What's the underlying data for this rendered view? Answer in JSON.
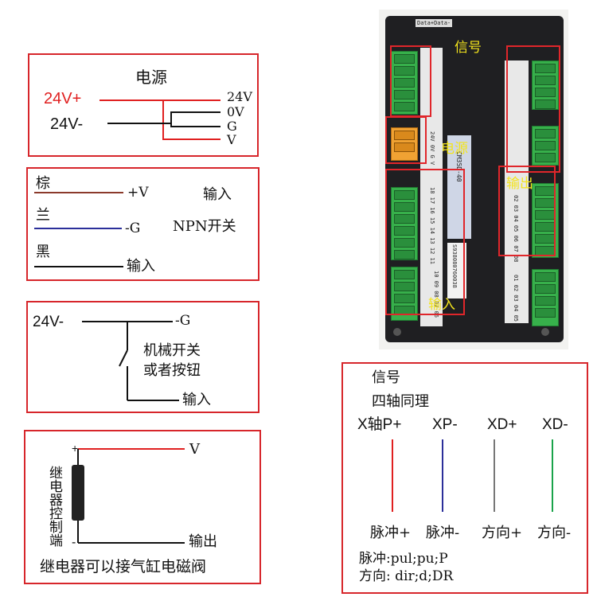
{
  "power": {
    "title": "电源",
    "left_pos": "24V+",
    "left_neg": "24V-",
    "t1": "24V",
    "t2": "0V",
    "t3": "G",
    "t4": "V"
  },
  "npn": {
    "brown": "棕",
    "brown_term": "+V",
    "blue": "兰",
    "blue_term": "-G",
    "black": "黑",
    "black_term": "输入",
    "note1": "输入",
    "note2": "NPN开关"
  },
  "mech": {
    "left": "24V-",
    "term": "-G",
    "label1": "机械开关",
    "label2": "或者按钮",
    "input": "输入"
  },
  "relay": {
    "plus": "+",
    "minus": "-",
    "side_label": "继电器控制端",
    "v": "V",
    "out": "输出",
    "note": "继电器可以接气缸电磁阀"
  },
  "signal": {
    "title": "信号",
    "subtitle": "四轴同理",
    "pins": [
      "X轴P+",
      "XP-",
      "XD+",
      "XD-"
    ],
    "meanings": [
      "脉冲+",
      "脉冲-",
      "方向+",
      "方向-"
    ],
    "legend1": "脉冲:pul;pu;P",
    "legend2": "方向: dir;d;DR"
  },
  "photo": {
    "tag": "Data+Data-",
    "lbl_signal": "信号",
    "lbl_power": "电源",
    "lbl_output": "输出",
    "lbl_input": "输入",
    "model": "CM35D-40",
    "power_pins": "24V 0V G V",
    "input_pins": "18 17 16 15 14 13 12 11",
    "input_pins2": "10 09 08 07 06",
    "output_pins": "02 03 04 05 06 07 08",
    "output_pins2": "01 02 03 04 05",
    "serial": "S938080760038"
  },
  "colors": {
    "panel": "#d7262b",
    "red": "#e02020",
    "brown": "#8b3a2b",
    "blue": "#2b2f9a",
    "gray": "#777777",
    "green": "#1aa34a"
  }
}
